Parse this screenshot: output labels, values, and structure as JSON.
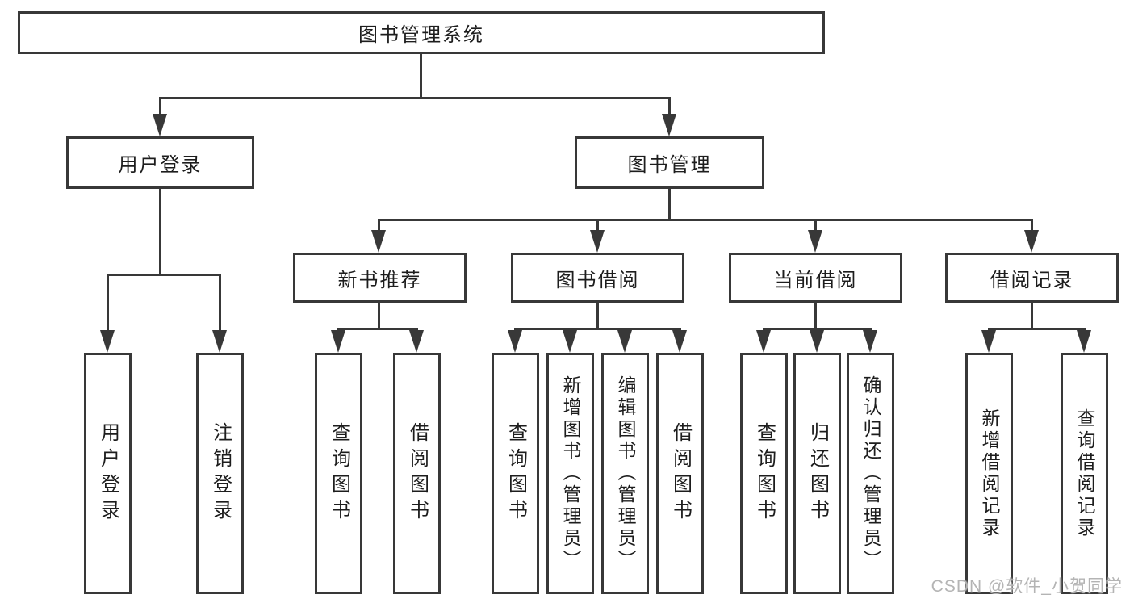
{
  "tree": {
    "label": "图书管理系统",
    "children": [
      {
        "label": "用户登录",
        "children": [
          {
            "label": "用户登录"
          },
          {
            "label": "注销登录"
          }
        ]
      },
      {
        "label": "图书管理",
        "children": [
          {
            "label": "新书推荐",
            "children": [
              {
                "label": "查询图书"
              },
              {
                "label": "借阅图书"
              }
            ]
          },
          {
            "label": "图书借阅",
            "children": [
              {
                "label": "查询图书"
              },
              {
                "label": "新增图书（管理员）"
              },
              {
                "label": "编辑图书（管理员）"
              },
              {
                "label": "借阅图书"
              }
            ]
          },
          {
            "label": "当前借阅",
            "children": [
              {
                "label": "查询图书"
              },
              {
                "label": "归还图书"
              },
              {
                "label": "确认归还（管理员）"
              }
            ]
          },
          {
            "label": "借阅记录",
            "children": [
              {
                "label": "新增借阅记录"
              },
              {
                "label": "查询借阅记录"
              }
            ]
          }
        ]
      }
    ]
  },
  "colors": {
    "line": "#383838",
    "text": "#1d1d1d",
    "watermark": "#b4b4b4",
    "background": "#ffffff"
  },
  "watermark": "CSDN @软件_小贺同学"
}
